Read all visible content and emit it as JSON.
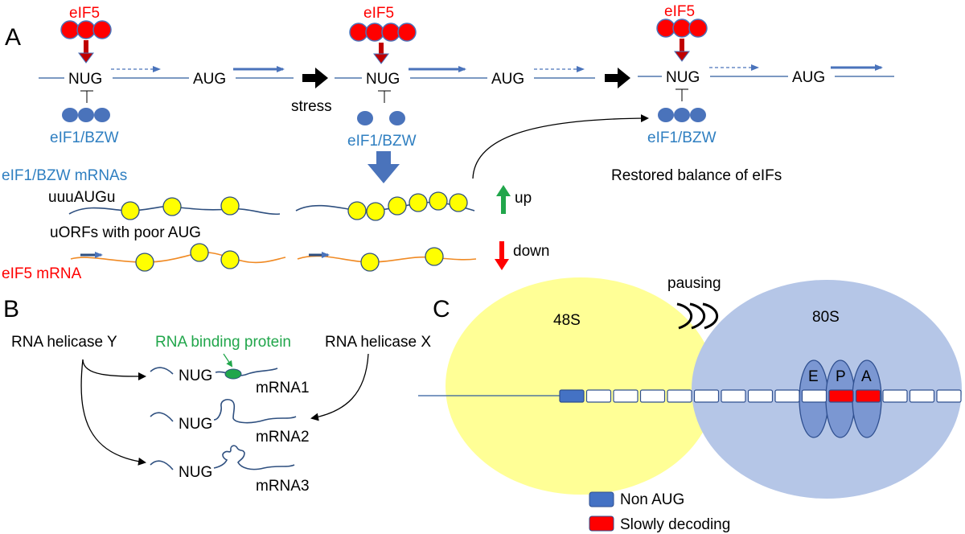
{
  "panel_letters": [
    "A",
    "B",
    "C"
  ],
  "panel_a": {
    "eif5_label": "eIF5",
    "nug": "NUG",
    "aug": "AUG",
    "eif1_label": "eIF1/BZW",
    "stress_label": "stress",
    "restored_label": "Restored balance of eIFs",
    "eif1_mrnas_label": "eIF1/BZW mRNAs",
    "uuuaugu_label": "uuuAUGu",
    "uorfs_label": "uORFs with poor AUG",
    "eif5_mrna_label": "eIF5 mRNA",
    "up_label": "up",
    "down_label": "down",
    "colors": {
      "red": "#ff0000",
      "blue_text": "#2f7fc1",
      "factor_blue": "#4a73bb",
      "ribosome_yellow": "#ffff00",
      "up_green": "#21a64b"
    }
  },
  "panel_b": {
    "helicase_y": "RNA helicase Y",
    "helicase_x": "RNA helicase X",
    "rbp_label": "RNA binding protein",
    "nug": "NUG",
    "mrna1": "mRNA1",
    "mrna2": "mRNA2",
    "mrna3": "mRNA3"
  },
  "panel_c": {
    "pausing_label": "pausing",
    "s48": "48S",
    "s80": "80S",
    "site_e": "E",
    "site_p": "P",
    "site_a": "A",
    "legend": [
      {
        "label": "Non AUG",
        "color": "#4472c4"
      },
      {
        "label": "Slowly decoding",
        "color": "#ff0000"
      }
    ]
  }
}
